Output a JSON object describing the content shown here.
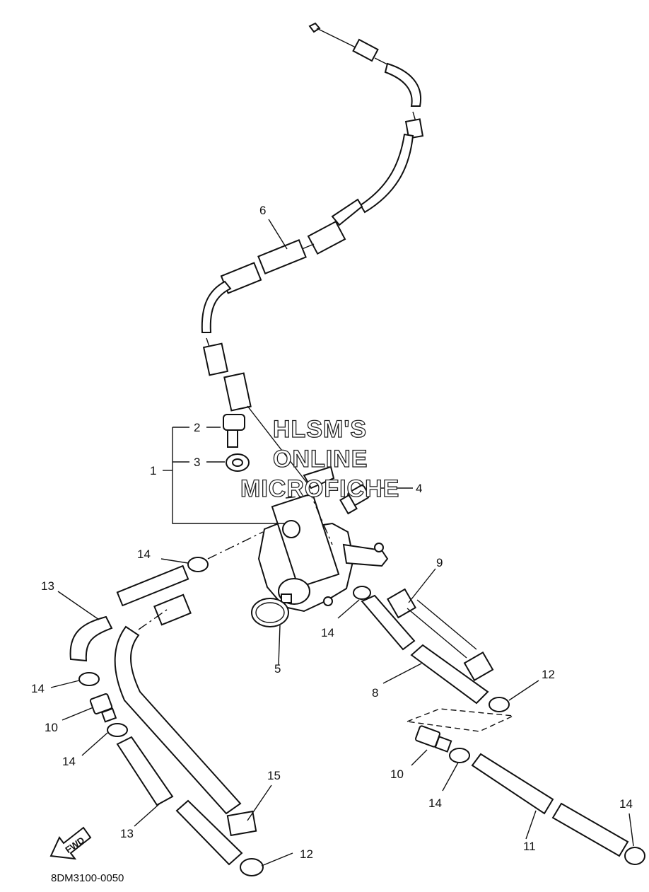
{
  "diagram_code": "8DM3100-0050",
  "watermark": {
    "line1": "HLSM'S",
    "line2": "ONLINE",
    "line3": "MICROFICHE"
  },
  "fwd_label": "FWD",
  "callouts": {
    "c1": "1",
    "c2": "2",
    "c3": "3",
    "c4": "4",
    "c5": "5",
    "c6": "6",
    "c8": "8",
    "c9": "9",
    "c10a": "10",
    "c10b": "10",
    "c11": "11",
    "c12a": "12",
    "c12b": "12",
    "c13a": "13",
    "c13b": "13",
    "c14a": "14",
    "c14b": "14",
    "c14c": "14",
    "c14d": "14",
    "c14e": "14",
    "c14f": "14",
    "c15": "15"
  }
}
